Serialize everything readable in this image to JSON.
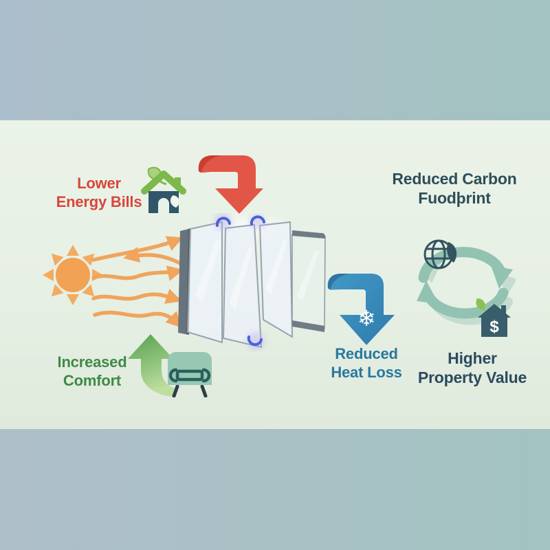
{
  "labels": {
    "lower_energy": {
      "line1": "Lower",
      "line2": "Energy Bills"
    },
    "carbon_footprint": {
      "line1": "Reduced Carbon",
      "line2": "Fuodþrint"
    },
    "increased_comfort": {
      "line1": "Increased",
      "line2": "Comfort"
    },
    "reduced_heat_loss": {
      "line1": "Reduced",
      "line2": "Heat Loss"
    },
    "higher_property_value": {
      "line1": "Higher",
      "line2": "Property Value"
    }
  },
  "glyphs": {
    "snowflake": "❄",
    "dollar": "$"
  },
  "icons": {
    "sun-icon": "☀",
    "heat-wave-arrows": "〰→",
    "triple-glazing-panes": "▯▯▯",
    "red-down-arrow": "⬇",
    "blue-down-arrow-snowflake": "⬇❄",
    "green-up-arrow": "⬆",
    "armchair-icon": "🛋",
    "eco-house-icon": "🏠",
    "recycle-cycle-arrows": "♻",
    "globe-leaf-icon": "🌐",
    "house-dollar-icon": "🏠$"
  },
  "colors": {
    "band-left": "#abbecb",
    "band-right": "#a2c3c1",
    "panel": "#e7f0e4",
    "red": "#d9463a",
    "red-arrow": "#e25647",
    "red-arrow-dark": "#c23b2e",
    "green": "#3d8a45",
    "green-arrow-dark": "#55a04f",
    "green-arrow-light": "#bede9f",
    "blue": "#28789f",
    "blue-arrow": "#4399c8",
    "blue-arrow-dark": "#2d7cab",
    "slate": "#2d4e57",
    "navy": "#2a4b5e",
    "orange": "#f0a45c",
    "sun": "#f1a252",
    "teal-arc": "#92c2b2",
    "teal-arc-light": "#c6dcd0",
    "icon-slate": "#33535f",
    "roof-green": "#7cb84a",
    "leaf-green": "#8cc152",
    "house-body": "#31556a",
    "chair-teal": "#97c8b4",
    "chair-line": "#2b5f5e",
    "frame-gray": "#68747d",
    "pane-border": "#97a3ae",
    "clip-blue": "#4b63d6",
    "glow-purple": "#b7a9f2"
  }
}
